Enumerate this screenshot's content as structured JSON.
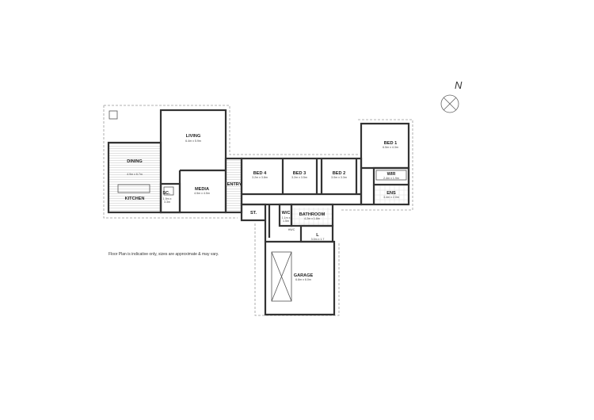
{
  "rooms": {
    "living": {
      "name": "LIVING",
      "size": "6.4m x 5.9m"
    },
    "dining": {
      "name": "DINING",
      "size": "4.9m x 6.7m"
    },
    "kitchen": {
      "name": "KITCHEN"
    },
    "sc": {
      "name": "SC.",
      "size1": "1.9m x",
      "size2": "3.3m"
    },
    "media": {
      "name": "MEDIA",
      "size": "4.5m x 4.5m"
    },
    "entry": {
      "name": "ENTRY"
    },
    "bed4": {
      "name": "BED 4",
      "size": "3.2m x 3.8m"
    },
    "bed3": {
      "name": "BED 3",
      "size": "3.2m x 3.5m"
    },
    "bed2": {
      "name": "BED 2",
      "size": "3.0m x 3.3m"
    },
    "bed1": {
      "name": "BED 1",
      "size": "6.5m x 4.3m"
    },
    "wir": {
      "name": "WIR",
      "size": "2.4m x 1.9m"
    },
    "ens": {
      "name": "ENS",
      "size": "3.4m x 2.0m"
    },
    "st": {
      "name": "ST."
    },
    "wc": {
      "name": "W/C",
      "size1": "1.1m x",
      "size2": "1.5m"
    },
    "bathroom": {
      "name": "BATHROOM",
      "size": "4.2m x 1.8m"
    },
    "hwc": {
      "name": "HWC"
    },
    "laundry": {
      "name": "L",
      "size": "3.0m x 1.7"
    },
    "garage": {
      "name": "GARAGE",
      "size": "6.8m x 6.0m"
    }
  },
  "compass": {
    "label": "N"
  },
  "footnote": "Floor Plan is indicative only, sizes are approximate & may vary."
}
